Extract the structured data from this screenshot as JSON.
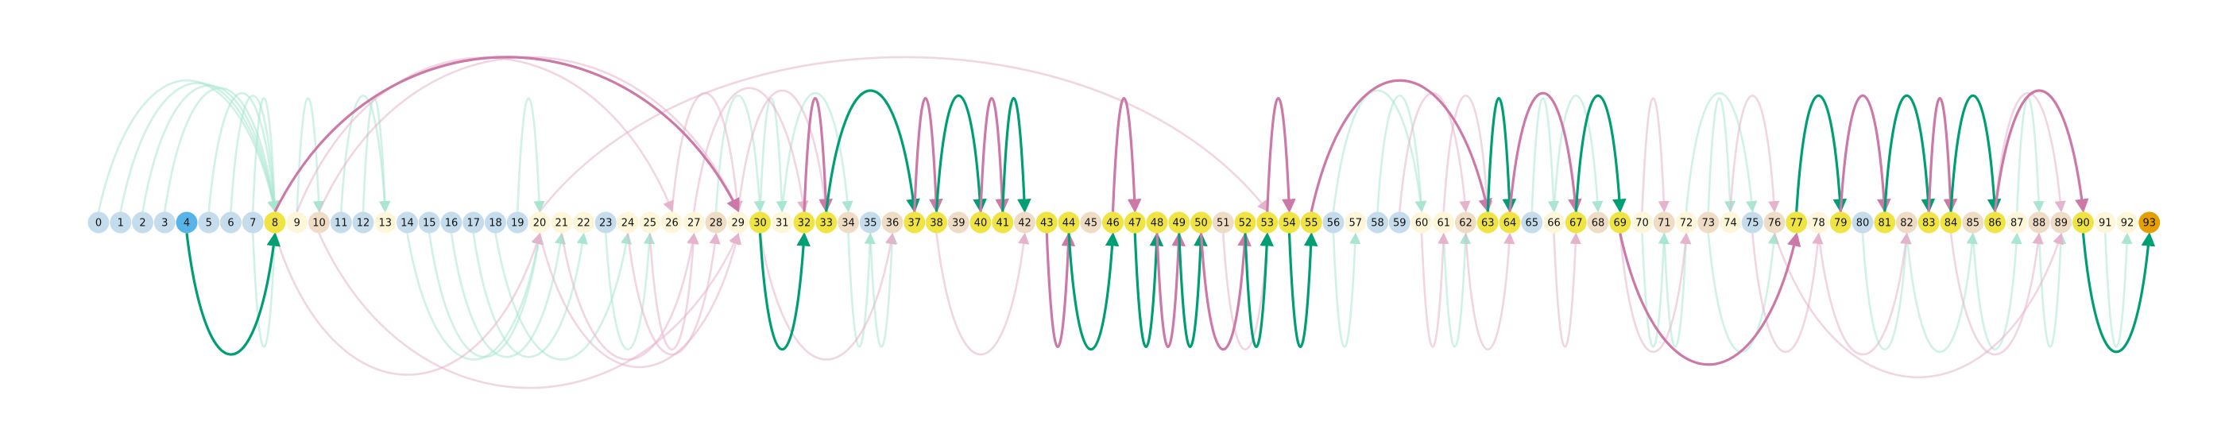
{
  "diagram": {
    "type": "arc-diagram",
    "node_count": 94,
    "nodes": [
      {
        "label": "0",
        "group": "blue"
      },
      {
        "label": "1",
        "group": "blue"
      },
      {
        "label": "2",
        "group": "blue"
      },
      {
        "label": "3",
        "group": "blue"
      },
      {
        "label": "4",
        "group": "start"
      },
      {
        "label": "5",
        "group": "blue"
      },
      {
        "label": "6",
        "group": "blue"
      },
      {
        "label": "7",
        "group": "blue"
      },
      {
        "label": "8",
        "group": "yellow"
      },
      {
        "label": "9",
        "group": "cream"
      },
      {
        "label": "10",
        "group": "tan"
      },
      {
        "label": "11",
        "group": "blue"
      },
      {
        "label": "12",
        "group": "blue"
      },
      {
        "label": "13",
        "group": "cream"
      },
      {
        "label": "14",
        "group": "blue"
      },
      {
        "label": "15",
        "group": "blue"
      },
      {
        "label": "16",
        "group": "blue"
      },
      {
        "label": "17",
        "group": "blue"
      },
      {
        "label": "18",
        "group": "blue"
      },
      {
        "label": "19",
        "group": "blue"
      },
      {
        "label": "20",
        "group": "cream"
      },
      {
        "label": "21",
        "group": "cream"
      },
      {
        "label": "22",
        "group": "cream"
      },
      {
        "label": "23",
        "group": "blue"
      },
      {
        "label": "24",
        "group": "cream"
      },
      {
        "label": "25",
        "group": "cream"
      },
      {
        "label": "26",
        "group": "cream"
      },
      {
        "label": "27",
        "group": "cream"
      },
      {
        "label": "28",
        "group": "tan"
      },
      {
        "label": "29",
        "group": "cream"
      },
      {
        "label": "30",
        "group": "yellow"
      },
      {
        "label": "31",
        "group": "cream"
      },
      {
        "label": "32",
        "group": "yellow"
      },
      {
        "label": "33",
        "group": "yellow"
      },
      {
        "label": "34",
        "group": "tan"
      },
      {
        "label": "35",
        "group": "blue"
      },
      {
        "label": "36",
        "group": "tan"
      },
      {
        "label": "37",
        "group": "yellow"
      },
      {
        "label": "38",
        "group": "yellow"
      },
      {
        "label": "39",
        "group": "tan"
      },
      {
        "label": "40",
        "group": "yellow"
      },
      {
        "label": "41",
        "group": "yellow"
      },
      {
        "label": "42",
        "group": "tan"
      },
      {
        "label": "43",
        "group": "yellow"
      },
      {
        "label": "44",
        "group": "yellow"
      },
      {
        "label": "45",
        "group": "tan"
      },
      {
        "label": "46",
        "group": "yellow"
      },
      {
        "label": "47",
        "group": "yellow"
      },
      {
        "label": "48",
        "group": "yellow"
      },
      {
        "label": "49",
        "group": "yellow"
      },
      {
        "label": "50",
        "group": "yellow"
      },
      {
        "label": "51",
        "group": "tan"
      },
      {
        "label": "52",
        "group": "yellow"
      },
      {
        "label": "53",
        "group": "yellow"
      },
      {
        "label": "54",
        "group": "yellow"
      },
      {
        "label": "55",
        "group": "yellow"
      },
      {
        "label": "56",
        "group": "blue"
      },
      {
        "label": "57",
        "group": "cream"
      },
      {
        "label": "58",
        "group": "blue"
      },
      {
        "label": "59",
        "group": "blue"
      },
      {
        "label": "60",
        "group": "cream"
      },
      {
        "label": "61",
        "group": "cream"
      },
      {
        "label": "62",
        "group": "tan"
      },
      {
        "label": "63",
        "group": "yellow"
      },
      {
        "label": "64",
        "group": "yellow"
      },
      {
        "label": "65",
        "group": "blue"
      },
      {
        "label": "66",
        "group": "cream"
      },
      {
        "label": "67",
        "group": "yellow"
      },
      {
        "label": "68",
        "group": "tan"
      },
      {
        "label": "69",
        "group": "yellow"
      },
      {
        "label": "70",
        "group": "cream"
      },
      {
        "label": "71",
        "group": "tan"
      },
      {
        "label": "72",
        "group": "cream"
      },
      {
        "label": "73",
        "group": "tan"
      },
      {
        "label": "74",
        "group": "cream"
      },
      {
        "label": "75",
        "group": "blue"
      },
      {
        "label": "76",
        "group": "tan"
      },
      {
        "label": "77",
        "group": "yellow"
      },
      {
        "label": "78",
        "group": "cream"
      },
      {
        "label": "79",
        "group": "yellow"
      },
      {
        "label": "80",
        "group": "blue"
      },
      {
        "label": "81",
        "group": "yellow"
      },
      {
        "label": "82",
        "group": "tan"
      },
      {
        "label": "83",
        "group": "yellow"
      },
      {
        "label": "84",
        "group": "yellow"
      },
      {
        "label": "85",
        "group": "tan"
      },
      {
        "label": "86",
        "group": "yellow"
      },
      {
        "label": "87",
        "group": "cream"
      },
      {
        "label": "88",
        "group": "tan"
      },
      {
        "label": "89",
        "group": "tan"
      },
      {
        "label": "90",
        "group": "yellow"
      },
      {
        "label": "91",
        "group": "cream"
      },
      {
        "label": "92",
        "group": "cream"
      },
      {
        "label": "93",
        "group": "end"
      }
    ],
    "group_colors": {
      "blue": "#c5dcec",
      "cream": "#fdf6d8",
      "tan": "#efdcc5",
      "yellow": "#f0e442",
      "start": "#56b4e9",
      "end": "#e69f00"
    },
    "edge_styles": {
      "green": {
        "color": "#009e73",
        "width": 3.2,
        "opacity": 1
      },
      "pink": {
        "color": "#cc79a7",
        "width": 3.2,
        "opacity": 1
      },
      "faint_green": {
        "color": "#a8e6d2",
        "width": 2.6,
        "opacity": 0.55
      },
      "faint_pink": {
        "color": "#e6b3cc",
        "width": 2.6,
        "opacity": 0.55
      }
    },
    "edges": [
      {
        "from": 4,
        "to": 8,
        "side": "below",
        "style": "green"
      },
      {
        "from": 8,
        "to": 29,
        "side": "above",
        "style": "pink"
      },
      {
        "from": 30,
        "to": 32,
        "side": "below",
        "style": "green"
      },
      {
        "from": 32,
        "to": 33,
        "side": "above",
        "style": "pink"
      },
      {
        "from": 33,
        "to": 37,
        "side": "above",
        "style": "green"
      },
      {
        "from": 37,
        "to": 38,
        "side": "above",
        "style": "pink"
      },
      {
        "from": 38,
        "to": 40,
        "side": "above",
        "style": "green"
      },
      {
        "from": 40,
        "to": 41,
        "side": "above",
        "style": "pink"
      },
      {
        "from": 41,
        "to": 42,
        "side": "above",
        "style": "green"
      },
      {
        "from": 43,
        "to": 44,
        "side": "below",
        "style": "pink"
      },
      {
        "from": 44,
        "to": 46,
        "side": "below",
        "style": "green"
      },
      {
        "from": 46,
        "to": 47,
        "side": "above",
        "style": "pink"
      },
      {
        "from": 47,
        "to": 48,
        "side": "below",
        "style": "green"
      },
      {
        "from": 48,
        "to": 49,
        "side": "below",
        "style": "pink"
      },
      {
        "from": 49,
        "to": 50,
        "side": "below",
        "style": "green"
      },
      {
        "from": 50,
        "to": 52,
        "side": "below",
        "style": "pink"
      },
      {
        "from": 52,
        "to": 53,
        "side": "below",
        "style": "green"
      },
      {
        "from": 53,
        "to": 54,
        "side": "above",
        "style": "pink"
      },
      {
        "from": 54,
        "to": 55,
        "side": "below",
        "style": "green"
      },
      {
        "from": 55,
        "to": 63,
        "side": "above",
        "style": "pink"
      },
      {
        "from": 63,
        "to": 64,
        "side": "above",
        "style": "green"
      },
      {
        "from": 64,
        "to": 67,
        "side": "above",
        "style": "pink"
      },
      {
        "from": 67,
        "to": 69,
        "side": "above",
        "style": "green"
      },
      {
        "from": 69,
        "to": 77,
        "side": "below",
        "style": "pink"
      },
      {
        "from": 77,
        "to": 79,
        "side": "above",
        "style": "green"
      },
      {
        "from": 79,
        "to": 81,
        "side": "above",
        "style": "pink"
      },
      {
        "from": 81,
        "to": 83,
        "side": "above",
        "style": "green"
      },
      {
        "from": 83,
        "to": 84,
        "side": "above",
        "style": "pink"
      },
      {
        "from": 84,
        "to": 86,
        "side": "above",
        "style": "green"
      },
      {
        "from": 86,
        "to": 90,
        "side": "above",
        "style": "pink"
      },
      {
        "from": 90,
        "to": 93,
        "side": "below",
        "style": "green"
      },
      {
        "from": 0,
        "to": 8,
        "side": "above",
        "style": "faint_green"
      },
      {
        "from": 1,
        "to": 8,
        "side": "above",
        "style": "faint_green"
      },
      {
        "from": 2,
        "to": 8,
        "side": "above",
        "style": "faint_green"
      },
      {
        "from": 3,
        "to": 8,
        "side": "above",
        "style": "faint_green"
      },
      {
        "from": 5,
        "to": 8,
        "side": "above",
        "style": "faint_green"
      },
      {
        "from": 6,
        "to": 8,
        "side": "above",
        "style": "faint_green"
      },
      {
        "from": 7,
        "to": 8,
        "side": "above",
        "style": "faint_green"
      },
      {
        "from": 9,
        "to": 10,
        "side": "above",
        "style": "faint_green"
      },
      {
        "from": 12,
        "to": 13,
        "side": "above",
        "style": "faint_green"
      },
      {
        "from": 11,
        "to": 13,
        "side": "above",
        "style": "faint_green"
      },
      {
        "from": 19,
        "to": 20,
        "side": "above",
        "style": "faint_green"
      },
      {
        "from": 28,
        "to": 30,
        "side": "above",
        "style": "faint_green"
      },
      {
        "from": 30,
        "to": 31,
        "side": "above",
        "style": "faint_green"
      },
      {
        "from": 31,
        "to": 34,
        "side": "above",
        "style": "faint_green"
      },
      {
        "from": 56,
        "to": 60,
        "side": "above",
        "style": "faint_green"
      },
      {
        "from": 58,
        "to": 60,
        "side": "above",
        "style": "faint_green"
      },
      {
        "from": 65,
        "to": 66,
        "side": "above",
        "style": "faint_green"
      },
      {
        "from": 66,
        "to": 68,
        "side": "above",
        "style": "faint_green"
      },
      {
        "from": 73,
        "to": 74,
        "side": "above",
        "style": "faint_green"
      },
      {
        "from": 72,
        "to": 75,
        "side": "above",
        "style": "faint_green"
      },
      {
        "from": 87,
        "to": 88,
        "side": "above",
        "style": "faint_green"
      },
      {
        "from": 7,
        "to": 8,
        "side": "below",
        "style": "faint_green"
      },
      {
        "from": 14,
        "to": 20,
        "side": "below",
        "style": "faint_green"
      },
      {
        "from": 15,
        "to": 20,
        "side": "below",
        "style": "faint_green"
      },
      {
        "from": 16,
        "to": 21,
        "side": "below",
        "style": "faint_green"
      },
      {
        "from": 17,
        "to": 22,
        "side": "below",
        "style": "faint_green"
      },
      {
        "from": 18,
        "to": 24,
        "side": "below",
        "style": "faint_green"
      },
      {
        "from": 23,
        "to": 25,
        "side": "below",
        "style": "faint_green"
      },
      {
        "from": 34,
        "to": 35,
        "side": "below",
        "style": "faint_green"
      },
      {
        "from": 35,
        "to": 36,
        "side": "below",
        "style": "faint_green"
      },
      {
        "from": 56,
        "to": 57,
        "side": "below",
        "style": "faint_green"
      },
      {
        "from": 61,
        "to": 62,
        "side": "below",
        "style": "faint_green"
      },
      {
        "from": 70,
        "to": 71,
        "side": "below",
        "style": "faint_green"
      },
      {
        "from": 71,
        "to": 72,
        "side": "below",
        "style": "faint_green"
      },
      {
        "from": 73,
        "to": 76,
        "side": "below",
        "style": "faint_green"
      },
      {
        "from": 80,
        "to": 82,
        "side": "below",
        "style": "faint_green"
      },
      {
        "from": 82,
        "to": 85,
        "side": "below",
        "style": "faint_green"
      },
      {
        "from": 85,
        "to": 87,
        "side": "below",
        "style": "faint_green"
      },
      {
        "from": 88,
        "to": 89,
        "side": "below",
        "style": "faint_green"
      },
      {
        "from": 91,
        "to": 92,
        "side": "below",
        "style": "faint_green"
      },
      {
        "from": 9,
        "to": 26,
        "side": "above",
        "style": "faint_pink"
      },
      {
        "from": 10,
        "to": 29,
        "side": "above",
        "style": "faint_pink"
      },
      {
        "from": 20,
        "to": 53,
        "side": "above",
        "style": "faint_pink"
      },
      {
        "from": 26,
        "to": 29,
        "side": "above",
        "style": "faint_pink"
      },
      {
        "from": 27,
        "to": 32,
        "side": "above",
        "style": "faint_pink"
      },
      {
        "from": 29,
        "to": 33,
        "side": "above",
        "style": "faint_pink"
      },
      {
        "from": 59,
        "to": 62,
        "side": "above",
        "style": "faint_pink"
      },
      {
        "from": 61,
        "to": 63,
        "side": "above",
        "style": "faint_pink"
      },
      {
        "from": 70,
        "to": 71,
        "side": "above",
        "style": "faint_pink"
      },
      {
        "from": 74,
        "to": 76,
        "side": "above",
        "style": "faint_pink"
      },
      {
        "from": 86,
        "to": 89,
        "side": "above",
        "style": "faint_pink"
      },
      {
        "from": 8,
        "to": 20,
        "side": "below",
        "style": "faint_pink"
      },
      {
        "from": 10,
        "to": 29,
        "side": "below",
        "style": "faint_pink"
      },
      {
        "from": 20,
        "to": 29,
        "side": "below",
        "style": "faint_pink"
      },
      {
        "from": 21,
        "to": 27,
        "side": "below",
        "style": "faint_pink"
      },
      {
        "from": 24,
        "to": 28,
        "side": "below",
        "style": "faint_pink"
      },
      {
        "from": 25,
        "to": 27,
        "side": "below",
        "style": "faint_pink"
      },
      {
        "from": 30,
        "to": 36,
        "side": "below",
        "style": "faint_pink"
      },
      {
        "from": 38,
        "to": 42,
        "side": "below",
        "style": "faint_pink"
      },
      {
        "from": 51,
        "to": 53,
        "side": "below",
        "style": "faint_pink"
      },
      {
        "from": 60,
        "to": 61,
        "side": "below",
        "style": "faint_pink"
      },
      {
        "from": 62,
        "to": 64,
        "side": "below",
        "style": "faint_pink"
      },
      {
        "from": 66,
        "to": 67,
        "side": "below",
        "style": "faint_pink"
      },
      {
        "from": 69,
        "to": 72,
        "side": "below",
        "style": "faint_pink"
      },
      {
        "from": 75,
        "to": 78,
        "side": "below",
        "style": "faint_pink"
      },
      {
        "from": 78,
        "to": 82,
        "side": "below",
        "style": "faint_pink"
      },
      {
        "from": 84,
        "to": 88,
        "side": "below",
        "style": "faint_pink"
      },
      {
        "from": 76,
        "to": 89,
        "side": "below",
        "style": "faint_pink"
      }
    ]
  }
}
